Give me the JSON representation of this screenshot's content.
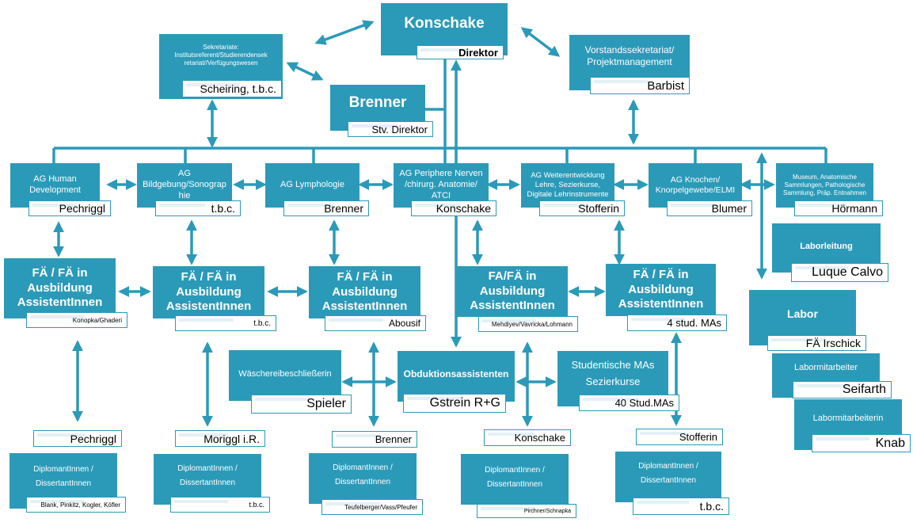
{
  "colors": {
    "box": "#2b9ab8",
    "line": "#2b9ab8",
    "label_bg": "#ffffff"
  },
  "leadership": {
    "director": {
      "title": "Konschake",
      "role": "Direktor"
    },
    "secretariat": {
      "title": "Sekretariate:\nInstitutsreferent/Studierendensek\nretariat//Verfügungswesen",
      "name": "Scheiring, t.b.c."
    },
    "deputy": {
      "title": "Brenner",
      "role": "Stv. Direktor"
    },
    "board_office": {
      "title": "Vorstandssekretariat/\nProjektmanagement",
      "name": "Barbist"
    }
  },
  "groups": [
    {
      "title": "AG Human\nDevelopment",
      "lead": "Pechriggl"
    },
    {
      "title": "AG\nBildgebung/Sonograp\nhie",
      "lead": "t.b.c."
    },
    {
      "title": "AG Lymphologie",
      "lead": "Brenner"
    },
    {
      "title": "AG Periphere Nerven\n/chirurg. Anatomie/\nATCI",
      "lead": "Konschake"
    },
    {
      "title": "AG Weiterentwicklung\nLehre, Sezierkurse,\nDigitale Lehrinstrumente",
      "lead": "Stofferin"
    },
    {
      "title": "AG Knochen/\nKnorpelgewebe/ELMI",
      "lead": "Blumer"
    },
    {
      "title": "Museum, Anatomische\nSammlungen, Pathologische\nSammlung, Präp. Entnahmen",
      "lead": "Hörmann"
    }
  ],
  "assistants": [
    {
      "title": "FÄ / FÄ in\nAusbildung\nAssistentInnen",
      "names": "Konopka/Ghaderi"
    },
    {
      "title": "FÄ / FÄ in\nAusbildung\nAssistentInnen",
      "names": "t.b.c."
    },
    {
      "title": "FÄ / FÄ in\nAusbildung\nAssistentInnen",
      "names": "Abousif"
    },
    {
      "title": "FA/FÄ in\nAusbildung\nAssistentInnen",
      "names": "Mehdiyev/Vavricka/Lohmann"
    },
    {
      "title": "FÄ / FÄ in\nAusbildung\nAssistentInnen",
      "names": "4 stud. MAs"
    }
  ],
  "services": {
    "laundry": {
      "title": "Wäschereibeschließerin",
      "name": "Spieler"
    },
    "autopsy": {
      "title": "Obduktionsassistenten",
      "name": "Gstrein R+G"
    },
    "student_staff": {
      "title": "Studentische MAs\nSezierkurse",
      "name": "40 Stud.MAs"
    }
  },
  "lab": {
    "lead": {
      "title": "Laborleitung",
      "name": "Luque Calvo"
    },
    "lab": {
      "title": "Labor",
      "name": "FÄ Irschick"
    },
    "staff1": {
      "title": "Labormitarbeiter",
      "name": "Seifarth"
    },
    "staff2": {
      "title": "Labormitarbeiterin",
      "name": "Knab"
    }
  },
  "supervisors": [
    "Pechriggl",
    "Moriggl i.R.",
    "Brenner",
    "Konschake",
    "Stofferin"
  ],
  "doctoral": [
    {
      "title": "DiplomantInnen /\nDissertantInnen",
      "names": "Blank, Pinkitz, Kogler, Köfler"
    },
    {
      "title": "DiplomantInnen /\nDissertantInnen",
      "names": "t.b.c."
    },
    {
      "title": "DiplomantInnen /\nDissertantInnen",
      "names": "Teufelberger/Vass/Pfeufer"
    },
    {
      "title": "DiplomantInnen /\nDissertantInnen",
      "names": "Pirchner/Schnapka"
    },
    {
      "title": "DiplomantInnen /\nDissertantInnen",
      "names": "t.b.c."
    }
  ]
}
